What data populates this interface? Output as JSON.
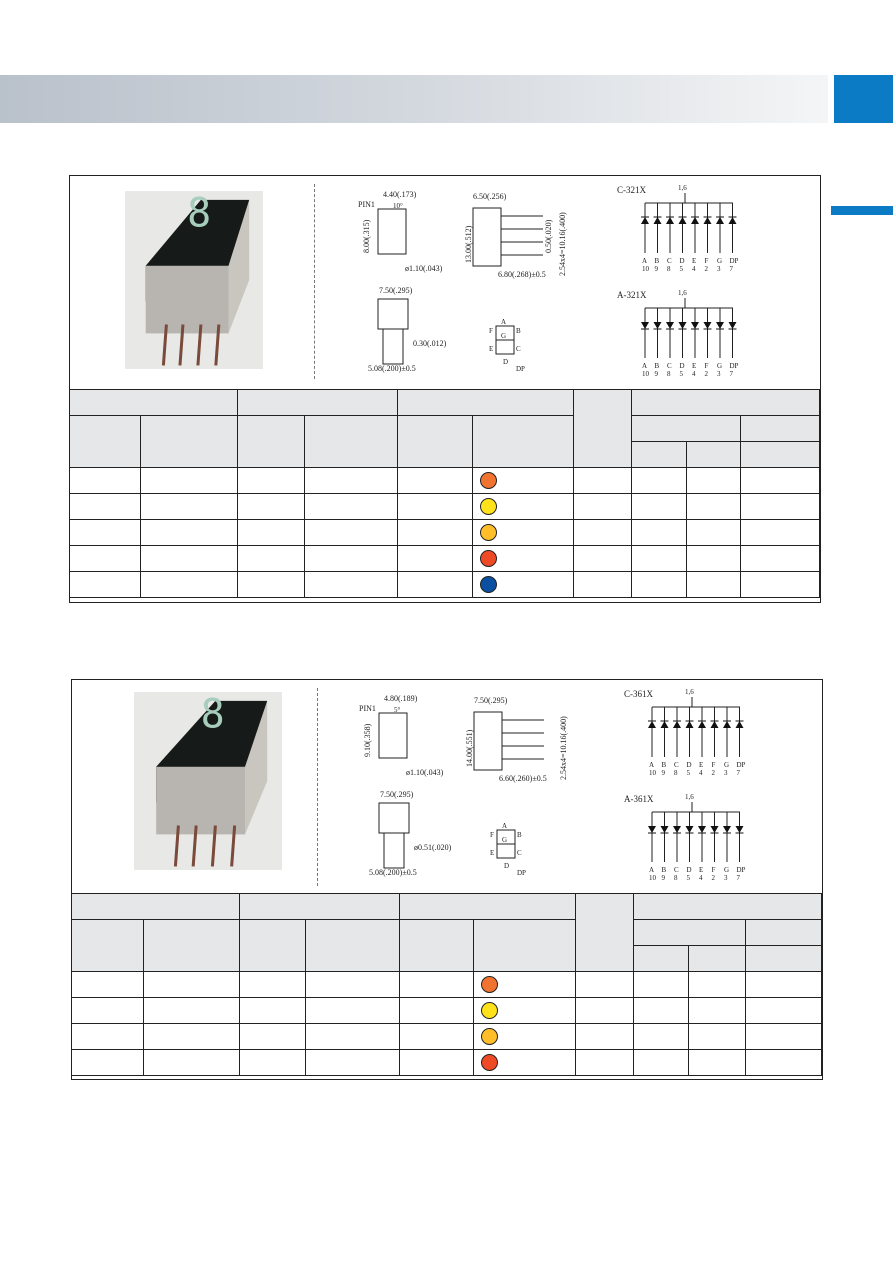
{
  "colors": {
    "banner_tab": "#0a7bc4"
  },
  "sections": [
    {
      "model_c": "C-321X",
      "model_a": "A-321X",
      "common": "1,6",
      "dims": {
        "width_top": "4.40(.173)",
        "pin1": "PIN1",
        "angle": "10°",
        "height": "8.00(.315)",
        "dp_dia": "ø1.10(.043)",
        "side_w": "6.50(.256)",
        "side_h": "13.00(.512)",
        "pin_w": "0.50(.020)",
        "pitch": "2.54x4=10.16(.400)",
        "pin_len": "6.80(.268)±0.5",
        "bottom_w": "7.50(.295)",
        "pin_th": "0.30(.012)",
        "pin_pitch": "5.08(.200)±0.5"
      },
      "segments": [
        "A",
        "B",
        "C",
        "D",
        "E",
        "F",
        "G",
        "DP"
      ],
      "pins": [
        "10",
        "9",
        "8",
        "5",
        "4",
        "2",
        "3",
        "7"
      ],
      "seg_labels": {
        "a": "A",
        "b": "B",
        "c": "C",
        "d": "D",
        "e": "E",
        "f": "F",
        "g": "G",
        "dp": "DP"
      },
      "led_colors": [
        "#f07430",
        "#ffe21a",
        "#ffbe2a",
        "#ee4a25",
        "#0a4fa0"
      ]
    },
    {
      "model_c": "C-361X",
      "model_a": "A-361X",
      "common": "1,6",
      "dims": {
        "width_top": "4.80(.189)",
        "pin1": "PIN1",
        "angle": "5°",
        "height": "9.10(.358)",
        "dp_dia": "ø1.10(.043)",
        "side_w": "7.50(.295)",
        "side_h": "14.00(.551)",
        "pin_w": "",
        "pitch": "2.54x4=10.16(.400)",
        "pin_len": "6.60(.260)±0.5",
        "bottom_w": "7.50(.295)",
        "pin_th": "ø0.51(.020)",
        "pin_pitch": "5.08(.200)±0.5"
      },
      "segments": [
        "A",
        "B",
        "C",
        "D",
        "E",
        "F",
        "G",
        "DP"
      ],
      "pins": [
        "10",
        "9",
        "8",
        "5",
        "4",
        "2",
        "3",
        "7"
      ],
      "seg_labels": {
        "a": "A",
        "b": "B",
        "c": "C",
        "d": "D",
        "e": "E",
        "f": "F",
        "g": "G",
        "dp": "DP"
      },
      "led_colors": [
        "#f07430",
        "#ffe21a",
        "#ffbe2a",
        "#ee4a25"
      ]
    }
  ]
}
